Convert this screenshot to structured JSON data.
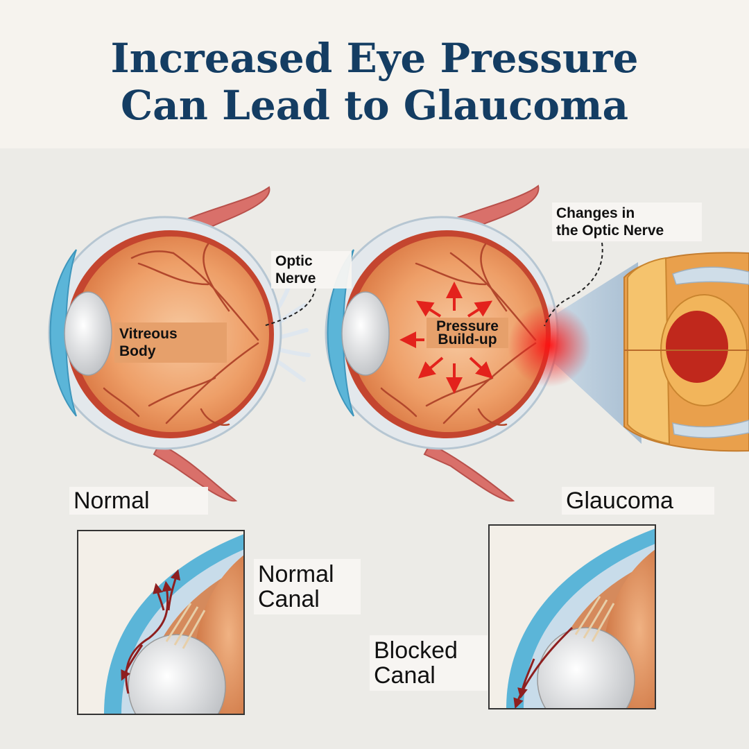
{
  "title": {
    "line1": "Increased Eye Pressure",
    "line2": "Can Lead to Glaucoma"
  },
  "labels": {
    "optic_nerve": [
      "Optic",
      "Nerve"
    ],
    "vitreous_body": [
      "Vitreous",
      "Body"
    ],
    "pressure_buildup": [
      "Pressure",
      "Build-up"
    ],
    "optic_nerve_changes": [
      "Changes in",
      "the Optic Nerve"
    ],
    "normal": "Normal",
    "glaucoma": "Glaucoma",
    "normal_canal": [
      "Normal",
      "Canal"
    ],
    "blocked_canal": [
      "Blocked",
      "Canal"
    ]
  },
  "colors": {
    "title": "#143d63",
    "eye_interior": "#e9955c",
    "retina": "#c4452f",
    "cornea": "#5bb5d8",
    "pressure_arrow": "#e3221c",
    "flow_arrow": "#8e1f1f",
    "label_fill": "#e6a06b"
  }
}
